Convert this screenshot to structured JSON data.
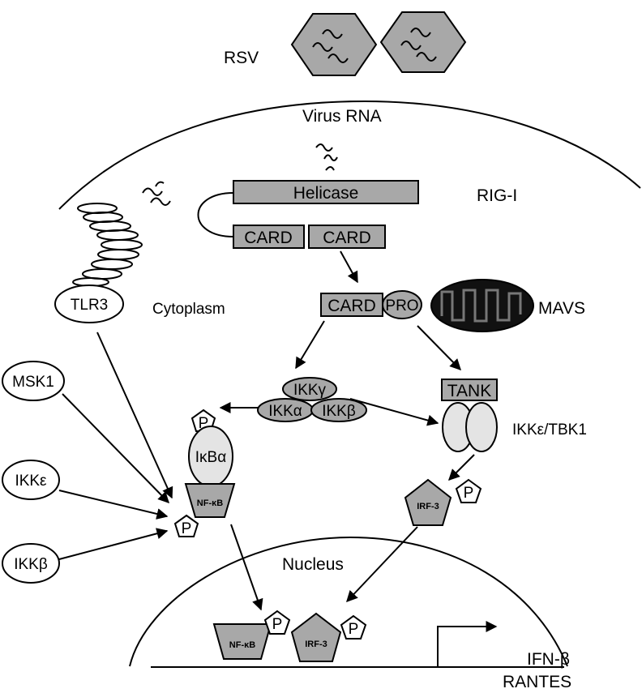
{
  "labels": {
    "rsv": "RSV",
    "virus_rna": "Virus RNA",
    "rig_i": "RIG-I",
    "helicase": "Helicase",
    "card": "CARD",
    "pro": "PRO",
    "mavs": "MAVS",
    "cytoplasm": "Cytoplasm",
    "tlr3": "TLR3",
    "msk1": "MSK1",
    "ikk_epsilon": "IKKε",
    "ikk_beta": "IKKβ",
    "ikk_gamma": "IKKγ",
    "ikk_alpha": "IKKα",
    "ikb_alpha": "IκBα",
    "nf_kb": "NF-κB",
    "tank": "TANK",
    "ikke_tbk1": "IKKε/TBK1",
    "irf3": "IRF-3",
    "p": "P",
    "nucleus": "Nucleus",
    "ifn_beta": "IFN-β",
    "rantes": "RANTES"
  },
  "colors": {
    "protein_fill": "#a8a8a8",
    "light_fill": "#e4e4e4",
    "mito_fill": "#111111",
    "line": "#000000"
  }
}
